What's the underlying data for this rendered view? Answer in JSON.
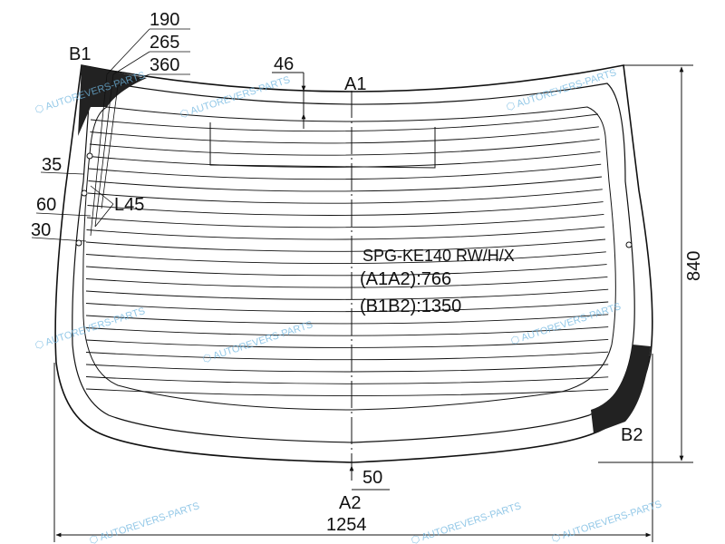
{
  "part_code": "SPG-KE140 RW/H/X",
  "a1a2": "(A1A2):766",
  "b1b2": "(B1B2):1350",
  "points": {
    "a1": "A1",
    "a2": "A2",
    "b1": "B1",
    "b2": "B2",
    "l45": "L45"
  },
  "dimensions": {
    "width": "1254",
    "height": "840",
    "top_band": "46",
    "bottom_offset": "50",
    "corner_190": "190",
    "corner_265": "265",
    "corner_360": "360",
    "side_35": "35",
    "side_60": "60",
    "side_30": "30"
  },
  "watermark": "AUTOREVERS-PARTS",
  "colors": {
    "line": "#111111",
    "watermark": "#6fb6e0",
    "mask": "#222222"
  }
}
